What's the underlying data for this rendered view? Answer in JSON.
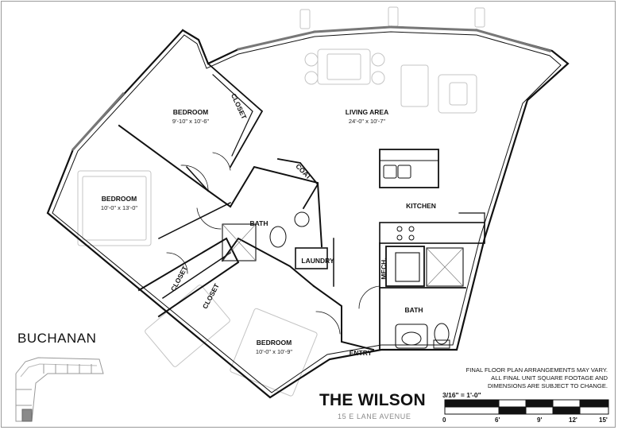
{
  "plan": {
    "name": "BUCHANAN",
    "brand": "THE WILSON",
    "address": "15 E LANE AVENUE",
    "disclaimer": [
      "FINAL FLOOR PLAN ARRANGEMENTS MAY VARY.",
      "ALL FINAL UNIT SQUARE FOOTAGE AND",
      "DIMENSIONS ARE SUBJECT TO CHANGE."
    ]
  },
  "rooms": {
    "bedroom_1": {
      "label": "BEDROOM",
      "dims": "9'-10\" x 10'-6\""
    },
    "bedroom_2": {
      "label": "BEDROOM",
      "dims": "10'-0\" x 13'-0\""
    },
    "bedroom_3": {
      "label": "BEDROOM",
      "dims": "10'-0\" x 10'-9\""
    },
    "living_area": {
      "label": "LIVING AREA",
      "dims": "24'-0\" x 10'-7\""
    },
    "kitchen": {
      "label": "KITCHEN"
    },
    "bath_1": {
      "label": "BATH"
    },
    "bath_2": {
      "label": "BATH"
    },
    "laundry": {
      "label": "LAUNDRY"
    },
    "coat": {
      "label": "COAT"
    },
    "mech": {
      "label": "MECH."
    },
    "entry": {
      "label": "ENTRY"
    },
    "closet_1": {
      "label": "CLOSET"
    },
    "closet_2": {
      "label": "CLOSET"
    },
    "closet_3": {
      "label": "CLOSET"
    }
  },
  "scale": {
    "title": "3/16\" = 1'-0\"",
    "ticks": [
      "0",
      "6'",
      "9'",
      "12'",
      "15'"
    ]
  },
  "colors": {
    "wall": "#111111",
    "furniture": "#bdbdbd",
    "keyplan_highlight": "#8a8a8a"
  }
}
